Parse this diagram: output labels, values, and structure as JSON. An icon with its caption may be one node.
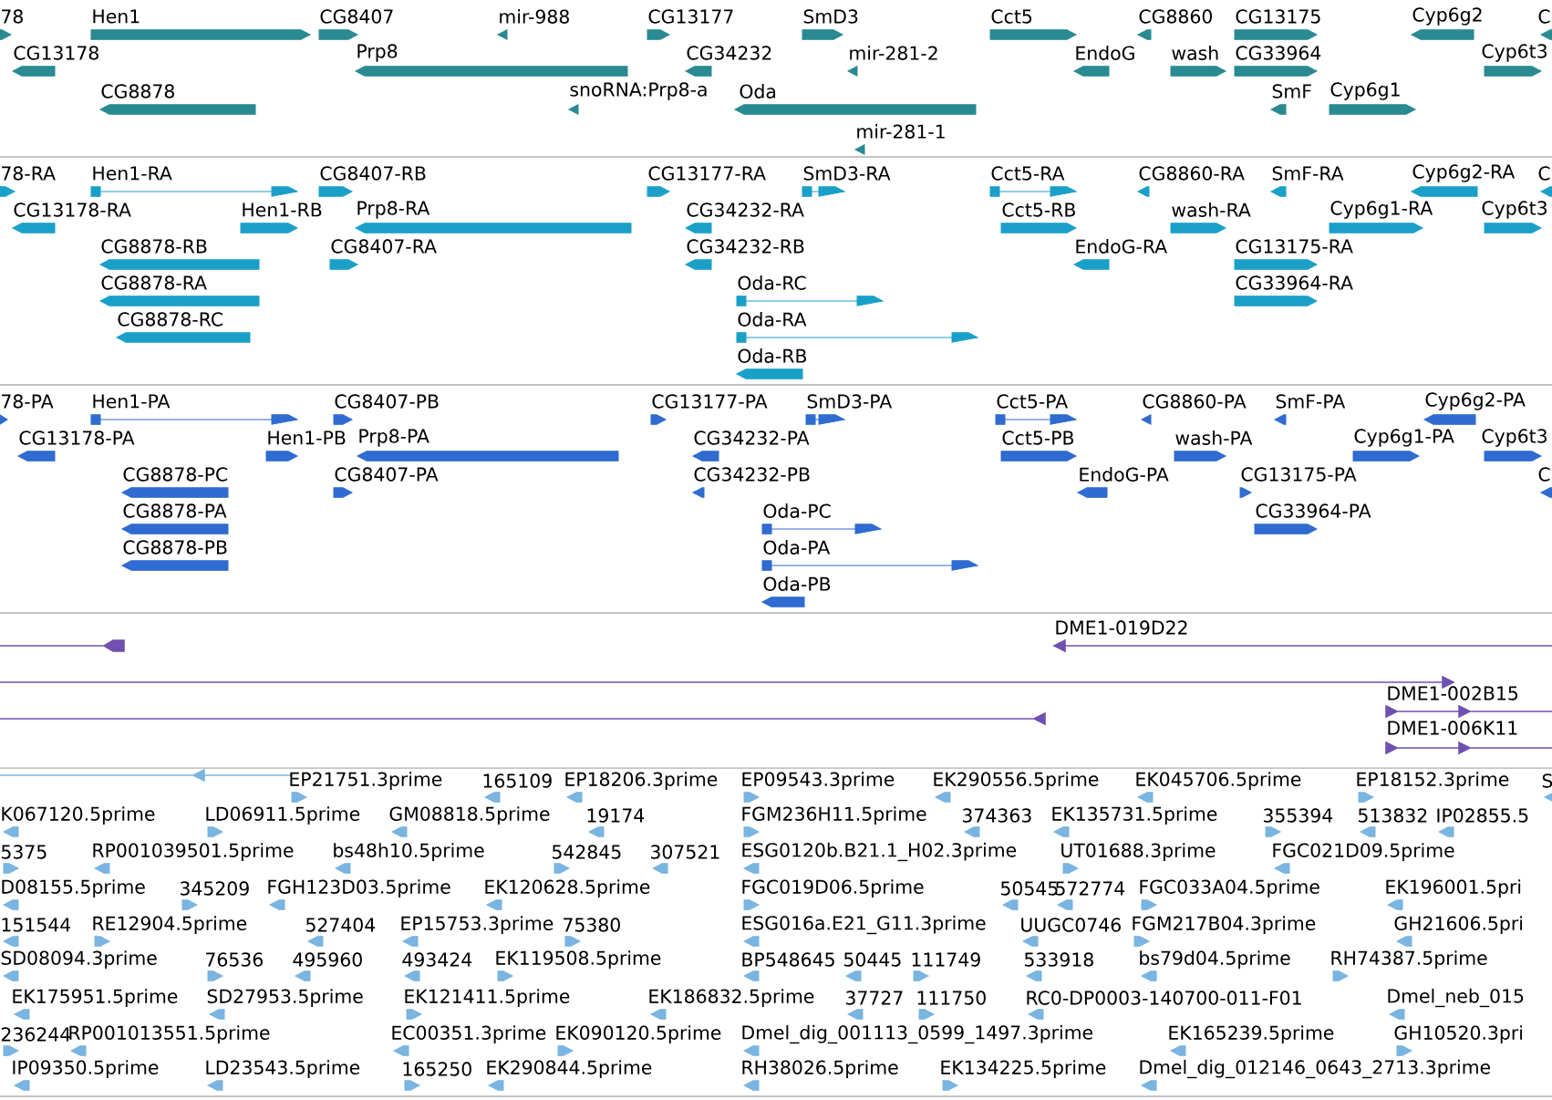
{
  "diagram": {
    "labels": [
      "78",
      "Hen1",
      "CG8407",
      "mir-988",
      "CG13177",
      "SmD3",
      "Cct5",
      "CG8860",
      "CG13175",
      "Cyp6g2",
      "C",
      "CG13178",
      "Prp8",
      "CG34232",
      "mir-281-2",
      "EndoG",
      "wash",
      "CG33964",
      "Cyp6t3",
      "CG8878",
      "snoRNA:Prp8-a",
      "Oda",
      "SmF",
      "Cyp6g1",
      "mir-281-1",
      "78-RA",
      "Hen1-RA",
      "CG8407-RB",
      "CG13177-RA",
      "SmD3-RA",
      "Cct5-RA",
      "CG8860-RA",
      "SmF-RA",
      "Cyp6g2-RA",
      "C",
      "CG13178-RA",
      "Hen1-RB",
      "Prp8-RA",
      "CG34232-RA",
      "Cct5-RB",
      "wash-RA",
      "Cyp6g1-RA",
      "Cyp6t3",
      "CG8878-RB",
      "CG8407-RA",
      "CG34232-RB",
      "EndoG-RA",
      "CG13175-RA",
      "CG8878-RA",
      "Oda-RC",
      "CG33964-RA",
      "CG8878-RC",
      "Oda-RA",
      "Oda-RB",
      "78-PA",
      "Hen1-PA",
      "CG8407-PB",
      "CG13177-PA",
      "SmD3-PA",
      "Cct5-PA",
      "CG8860-PA",
      "SmF-PA",
      "Cyp6g2-PA",
      "CG13178-PA",
      "Hen1-PB",
      "Prp8-PA",
      "CG34232-PA",
      "Cct5-PB",
      "wash-PA",
      "Cyp6g1-PA",
      "Cyp6t3",
      "CG8878-PC",
      "CG8407-PA",
      "CG34232-PB",
      "EndoG-PA",
      "CG13175-PA",
      "C",
      "CG8878-PA",
      "Oda-PC",
      "CG33964-PA",
      "CG8878-PB",
      "Oda-PA",
      "Oda-PB",
      "DME1-019D22",
      "DME1-002B15",
      "DME1-006K11",
      "EP21751.3prime",
      "165109",
      "EP18206.3prime",
      "EP09543.3prime",
      "EK290556.5prime",
      "EK045706.5prime",
      "EP18152.3prime",
      "S",
      "K067120.5prime",
      "LD06911.5prime",
      "GM08818.5prime",
      "19174",
      "FGM236H11.5prime",
      "374363",
      "EK135731.5prime",
      "355394",
      "513832",
      "IP02855.5",
      "5375",
      "RP001039501.5prime",
      "bs48h10.5prime",
      "542845",
      "307521",
      "ESG0120b.B21.1_H02.3prime",
      "UT01688.3prime",
      "FGC021D09.5prime",
      "D08155.5prime",
      "345209",
      "FGH123D03.5prime",
      "EK120628.5prime",
      "FGC019D06.5prime",
      "50545",
      "572774",
      "FGC033A04.5prime",
      "EK196001.5pri",
      "151544",
      "RE12904.5prime",
      "527404",
      "EP15753.3prime",
      "75380",
      "ESG016a.E21_G11.3prime",
      "UUGC0746",
      "FGM217B04.3prime",
      "GH21606.5pri",
      "SD08094.3prime",
      "76536",
      "495960",
      "493424",
      "EK119508.5prime",
      "BP548645",
      "50445",
      "111749",
      "533918",
      "bs79d04.5prime",
      "RH74387.5prime",
      "EK175951.5prime",
      "SD27953.5prime",
      "EK121411.5prime",
      "EK186832.5prime",
      "37727",
      "111750",
      "RC0-DP0003-140700-011-F01",
      "Dmel_neb_015",
      "236244",
      "RP001013551.5prime",
      "EC00351.3prime",
      "EK090120.5prime",
      "Dmel_dig_001113_0599_1497.3prime",
      "EK165239.5prime",
      "GH10520.3pri",
      "IP09350.5prime",
      "LD23543.5prime",
      "165250",
      "EK290844.5prime",
      "RH38026.5prime",
      "EK134225.5prime",
      "Dmel_dig_012146_0643_2713.3prime"
    ]
  }
}
